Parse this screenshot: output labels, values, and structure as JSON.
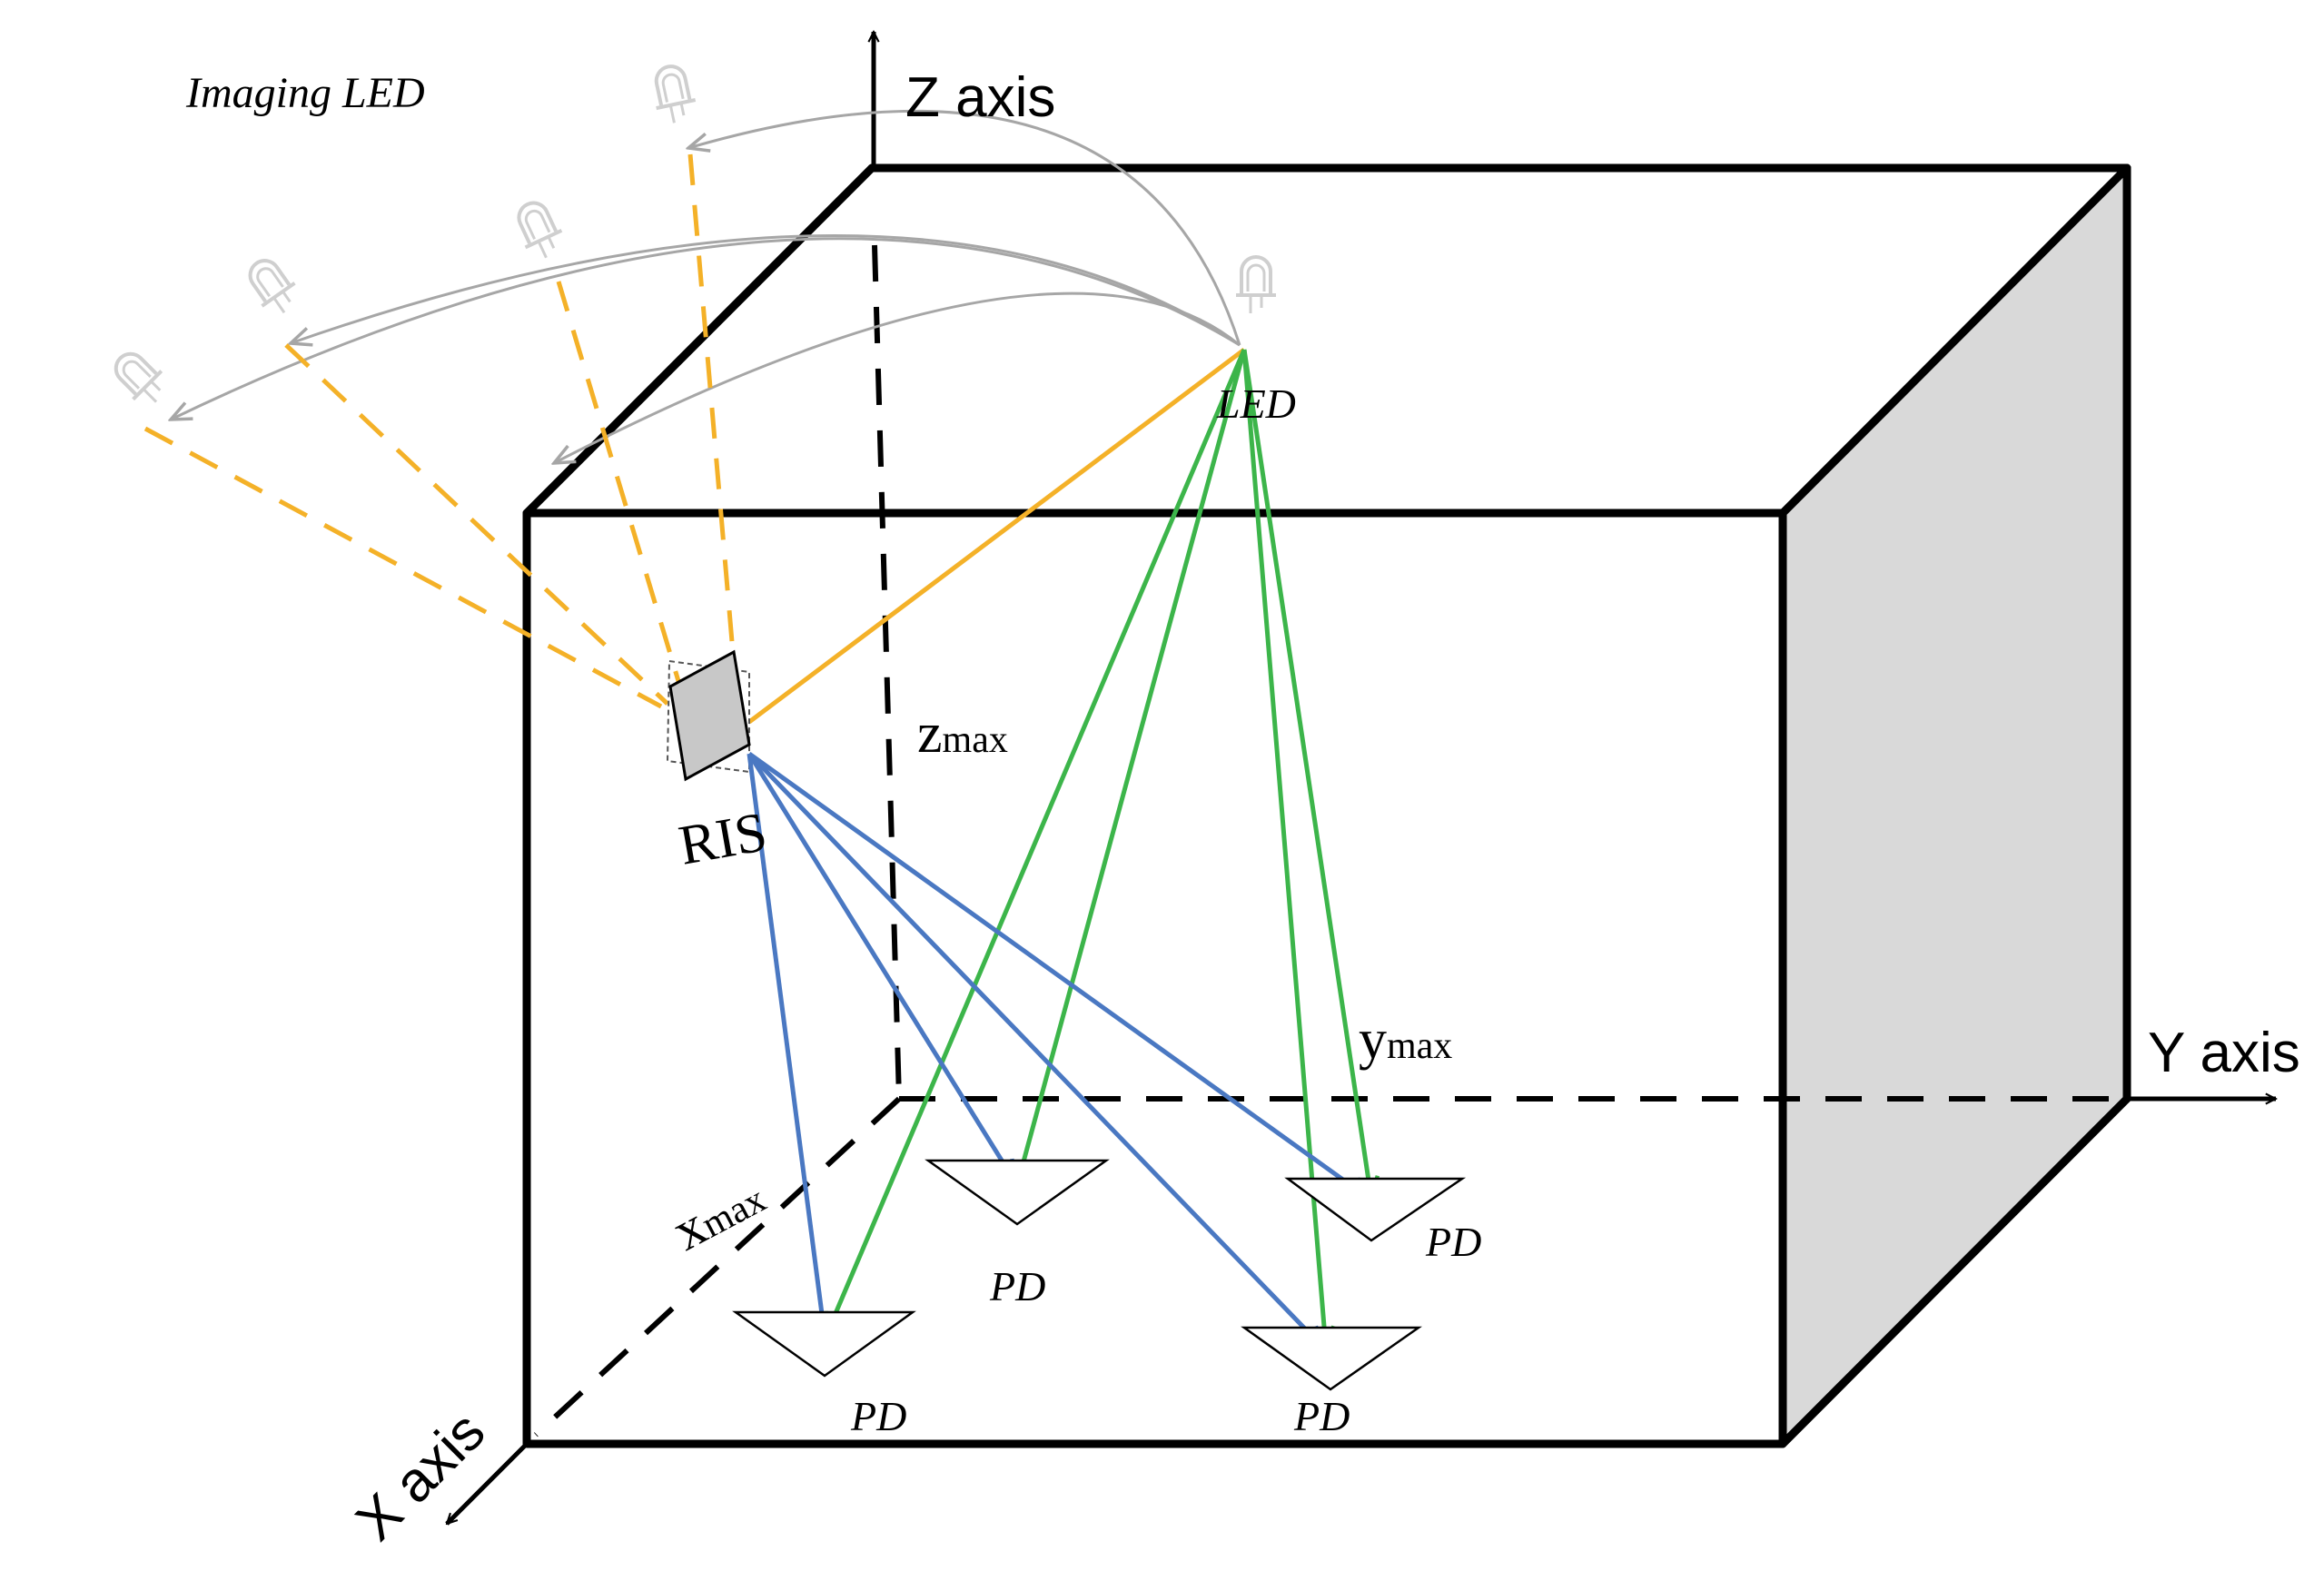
{
  "axes": {
    "z_label": "Z axis",
    "y_label": "Y axis",
    "x_label": "X axis"
  },
  "dimensions": {
    "z_base": "z",
    "z_sub": "max",
    "y_base": "y",
    "y_sub": "max",
    "x_base": "x",
    "x_sub": "max"
  },
  "labels": {
    "imaging_led": "Imaging LED",
    "led": "LED",
    "ris": "RIS",
    "pd": [
      "PD",
      "PD",
      "PD",
      "PD"
    ]
  },
  "colors": {
    "room_edge": "#000000",
    "side_wall": "#d9d9d9",
    "led_to_ris": "#f4b128",
    "led_to_pd": "#3cb54a",
    "ris_to_pd": "#4a78c2",
    "imaging_arc": "#a6a6a6",
    "ris_fill": "#c8c8c8"
  }
}
